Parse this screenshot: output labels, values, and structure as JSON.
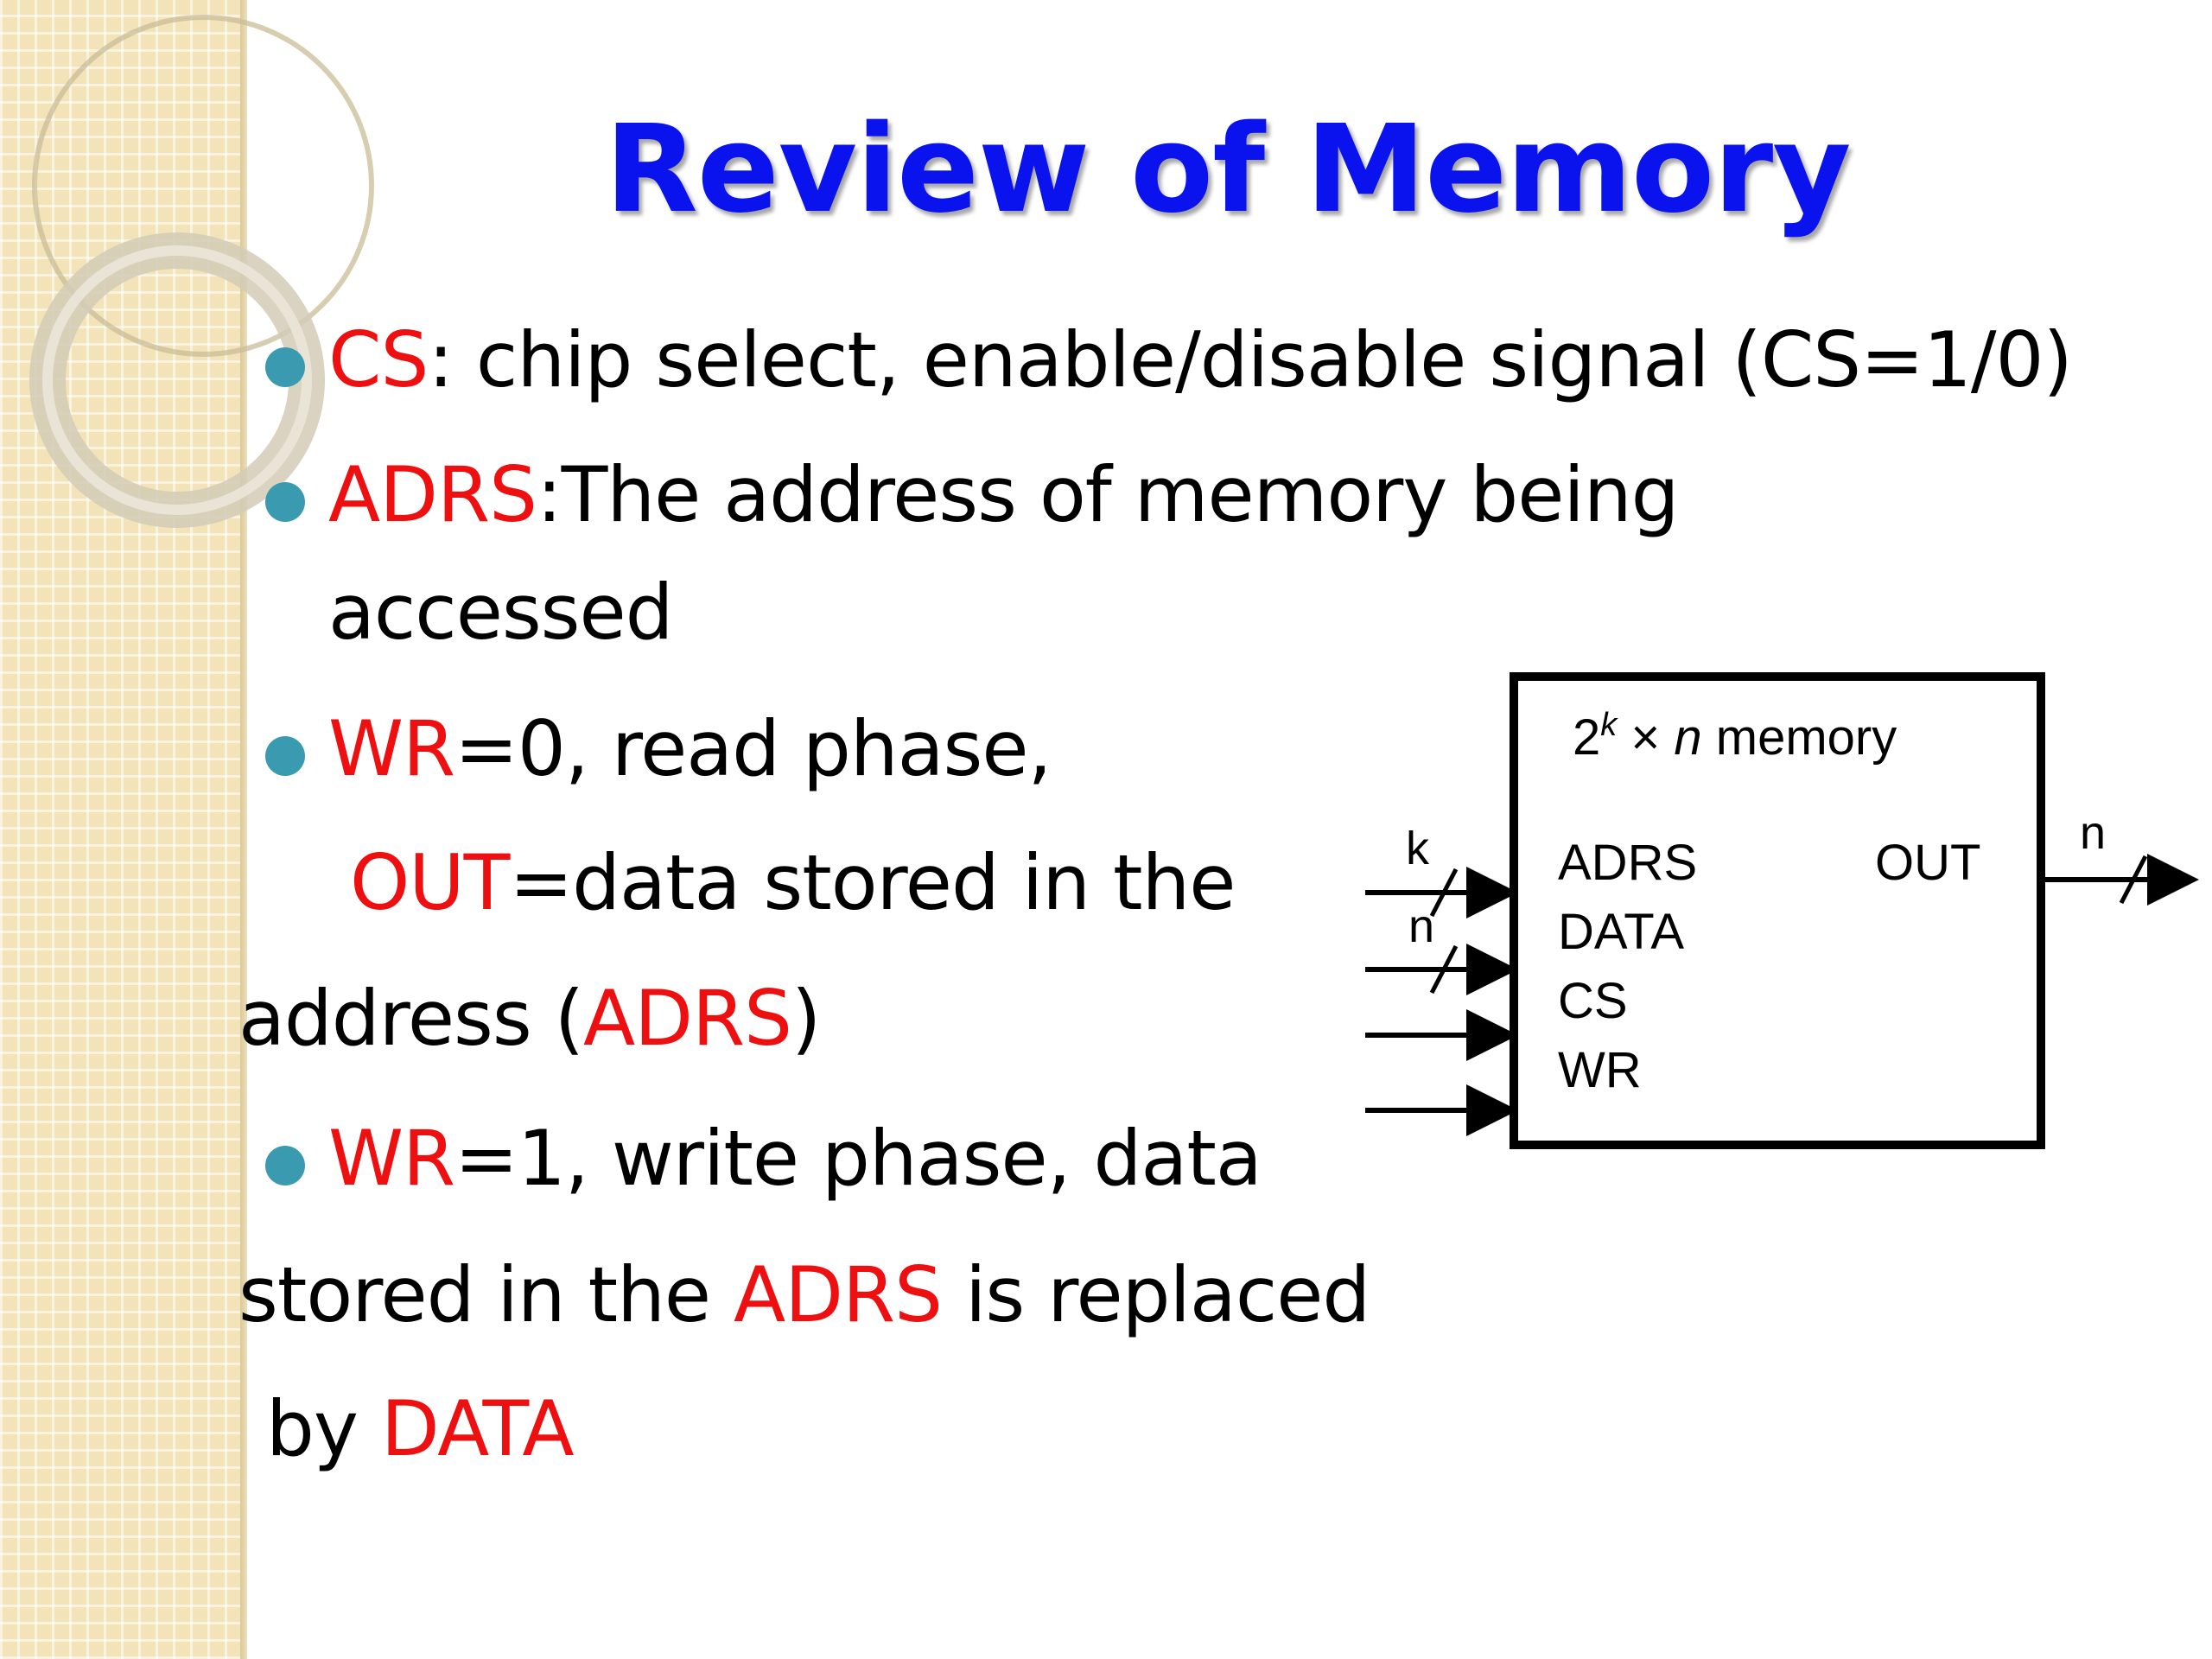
{
  "slide": {
    "title": "Review of Memory",
    "colors": {
      "title": "#0a12ee",
      "highlight": "#ee1010",
      "text": "#000000",
      "bullet": "#3a9ab0",
      "band": "#f2e3b8"
    },
    "bullets": {
      "cs": {
        "term": "CS",
        "text": ": chip select, enable/disable signal (CS=1/0)"
      },
      "adrs": {
        "term": "ADRS",
        "text_line1": ":The address of memory being",
        "text_line2": "accessed"
      },
      "wr_read": {
        "term": "WR",
        "text": "=0, read phase,",
        "out_term": "OUT",
        "out_text": "=data stored in the",
        "addr_text_a": "address (",
        "addr_term": "ADRS",
        "addr_text_b": ")"
      },
      "wr_write": {
        "term": "WR",
        "text": "=1, write phase, data",
        "line2_a": "stored in the ",
        "line2_term": "ADRS",
        "line2_b": " is replaced",
        "line3_a": "by ",
        "line3_term": "DATA"
      }
    },
    "diagram": {
      "box_title_base": "2",
      "box_title_exp": "k",
      "box_title_times": " × ",
      "box_title_n": "n",
      "box_title_rest": " memory",
      "inputs": [
        "ADRS",
        "DATA",
        "CS",
        "WR"
      ],
      "output": "OUT",
      "bus_label_adrs": "k",
      "bus_label_data": "n",
      "bus_label_out": "n"
    }
  }
}
